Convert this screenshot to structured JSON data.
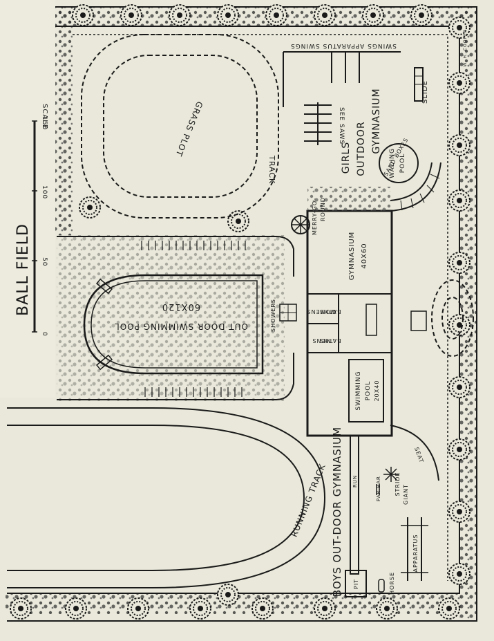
{
  "plan": {
    "ball_field": "BALL FIELD",
    "scale": {
      "label": "SCALE",
      "ticks": [
        "0",
        "50",
        "100",
        "150"
      ]
    },
    "track": "TRACK",
    "grass_plot": "GRASS PLOT",
    "swings": "SWINGS APPARATUS SWINGS",
    "see_saws": "SEE SAWS",
    "slide": "SLIDE",
    "girls_gym_1": "GIRLS",
    "girls_gym_2": "OUTDOOR",
    "girls_gym_3": "GYMNASIUM",
    "wading_pool_1": "WADING",
    "wading_pool_2": "POOL",
    "sand_boxes": "SAND BOXES",
    "merry_go_round_1": "MERRY-GO-",
    "merry_go_round_2": "ROUND",
    "gymnasium_1": "GYMNASIUM",
    "gymnasium_2": "40X60",
    "outdoor_pool_1": "OUT DOOR SWIMMING POOL",
    "outdoor_pool_2": "60X120",
    "showers": "SHOWERS",
    "womens_baths_1": "WOMENS",
    "womens_baths_2": "BATHS",
    "mens_baths_1": "MENS",
    "mens_baths_2": "BATHS",
    "swimming_pool_1": "SWIMMING",
    "swimming_pool_2": "POOL",
    "swimming_pool_3": "20X40",
    "running_track": "RUNNING TRACK",
    "boys_gym": "BOYS OUT-DOOR GYMNASIUM",
    "seat": "SEAT",
    "giant_stride_1": "GIANT",
    "giant_stride_2": "STRIDE",
    "par_bar": "PAR.BAR",
    "run": "RUN",
    "pit": "PIT",
    "horse": "HORSE",
    "apparatus": "APPARATUS",
    "signature": "W. H. COOPER"
  }
}
